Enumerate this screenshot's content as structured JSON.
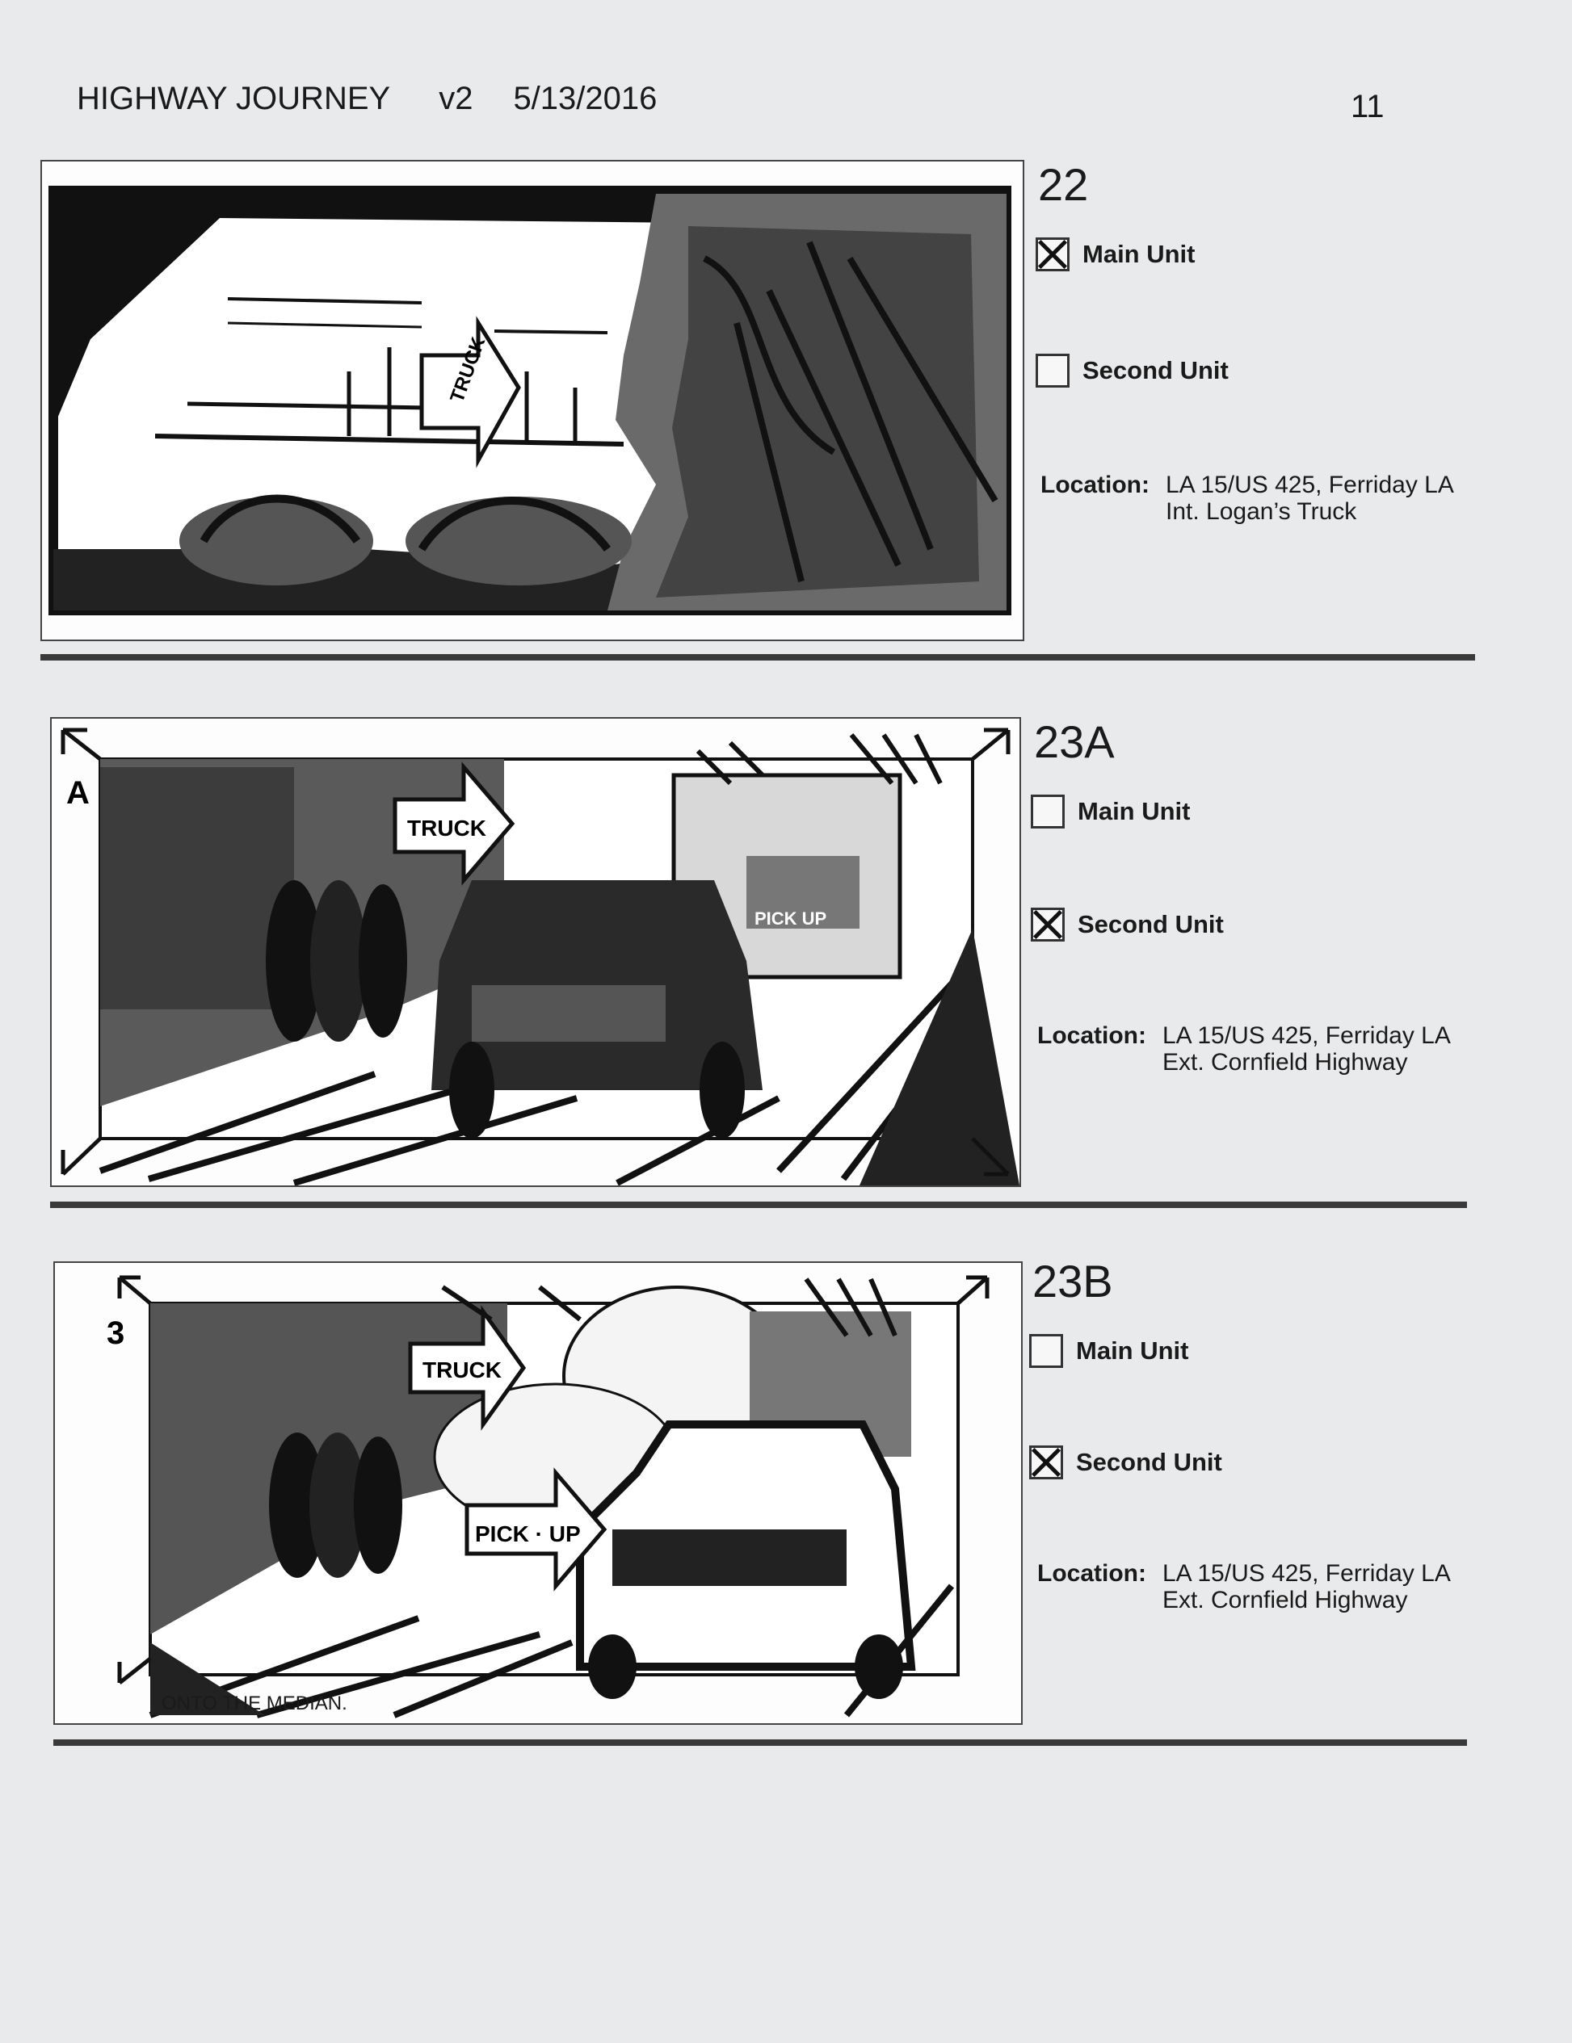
{
  "header": {
    "title": "HIGHWAY JOURNEY",
    "version": "v2",
    "date": "5/13/2016",
    "page_number": "11"
  },
  "panels": [
    {
      "shot": "22",
      "main_unit": {
        "label": "Main Unit",
        "checked": true
      },
      "second_unit": {
        "label": "Second Unit",
        "checked": false
      },
      "location_label": "Location:",
      "location_line1": "LA 15/US 425, Ferriday LA",
      "location_line2": "Int. Logan’s Truck",
      "sketch_text": "TRUCK"
    },
    {
      "shot": "23A",
      "main_unit": {
        "label": "Main Unit",
        "checked": false
      },
      "second_unit": {
        "label": "Second Unit",
        "checked": true
      },
      "location_label": "Location:",
      "location_line1": "LA 15/US 425, Ferriday LA",
      "location_line2": "Ext. Cornfield Highway",
      "sketch_text": "TRUCK",
      "sketch_text_2": "PICK UP",
      "frame_mark": "A"
    },
    {
      "shot": "23B",
      "main_unit": {
        "label": "Main Unit",
        "checked": false
      },
      "second_unit": {
        "label": "Second Unit",
        "checked": true
      },
      "location_label": "Location:",
      "location_line1": "LA 15/US 425, Ferriday LA",
      "location_line2": "Ext. Cornfield Highway",
      "sketch_text": "TRUCK",
      "sketch_text_2": "PICK · UP",
      "frame_mark": "3",
      "caption": "ONTO THE MEDIAN."
    }
  ]
}
